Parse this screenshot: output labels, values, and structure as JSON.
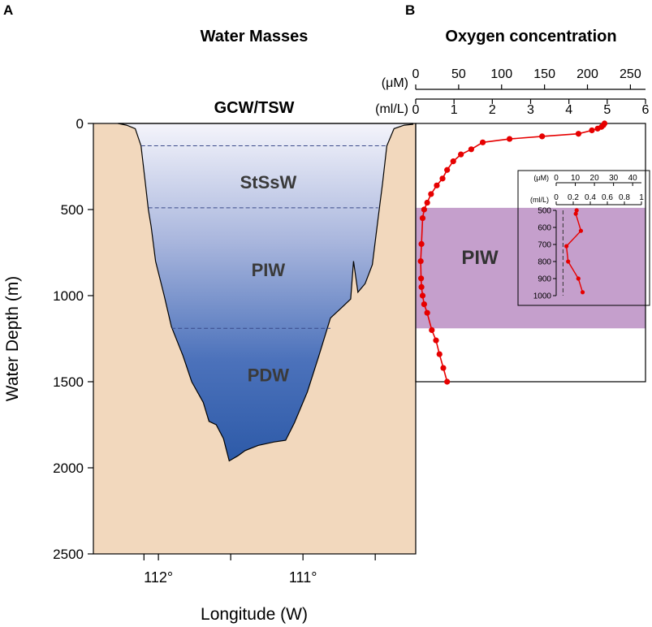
{
  "figure": {
    "panel_a_letter": "A",
    "panel_b_letter": "B"
  },
  "chart_data": [
    {
      "type": "area",
      "panel": "A",
      "title": "Water Masses",
      "top_label": "GCW/TSW",
      "xlabel": "Longitude (W)",
      "ylabel": "Water Depth (m)",
      "x_reversed": true,
      "xlim": [
        112.45,
        110.22
      ],
      "ylim": [
        2500,
        0
      ],
      "x_ticks": [
        112.1,
        112.0,
        111.5,
        111.0,
        110.5
      ],
      "x_tick_labels": [
        {
          "x": 112.0,
          "label": "112°"
        },
        {
          "x": 111.0,
          "label": "111°"
        }
      ],
      "y_ticks": [
        0,
        500,
        1000,
        1500,
        2000,
        2500
      ],
      "y_tick_labels": [
        "0",
        "500",
        "1000",
        "1500",
        "2000",
        "2500"
      ],
      "colors": {
        "seafloor": "#f2d8bd",
        "water_top": "#f4f4fb",
        "water_mid": "#7f96cf",
        "water_bottom": "#2d5aa8",
        "boundary": "#3a4a8a"
      },
      "bathymetry": [
        [
          112.28,
          0
        ],
        [
          112.22,
          10
        ],
        [
          112.16,
          30
        ],
        [
          112.12,
          130
        ],
        [
          112.09,
          350
        ],
        [
          112.07,
          500
        ],
        [
          112.05,
          600
        ],
        [
          112.02,
          800
        ],
        [
          111.96,
          1000
        ],
        [
          111.91,
          1180
        ],
        [
          111.83,
          1350
        ],
        [
          111.77,
          1500
        ],
        [
          111.69,
          1620
        ],
        [
          111.65,
          1730
        ],
        [
          111.6,
          1750
        ],
        [
          111.55,
          1830
        ],
        [
          111.51,
          1960
        ],
        [
          111.45,
          1930
        ],
        [
          111.4,
          1900
        ],
        [
          111.31,
          1870
        ],
        [
          111.2,
          1850
        ],
        [
          111.12,
          1840
        ],
        [
          111.06,
          1740
        ],
        [
          110.97,
          1560
        ],
        [
          110.89,
          1350
        ],
        [
          110.81,
          1130
        ],
        [
          110.72,
          1060
        ],
        [
          110.67,
          1020
        ],
        [
          110.65,
          800
        ],
        [
          110.62,
          980
        ],
        [
          110.57,
          930
        ],
        [
          110.52,
          820
        ],
        [
          110.48,
          550
        ],
        [
          110.45,
          350
        ],
        [
          110.42,
          130
        ],
        [
          110.37,
          30
        ],
        [
          110.3,
          10
        ],
        [
          110.24,
          5
        ]
      ],
      "boundaries": [
        {
          "depth": 130,
          "x_range": [
            112.12,
            110.42
          ]
        },
        {
          "depth": 490,
          "x_range": [
            112.07,
            110.48
          ]
        },
        {
          "depth": 1190,
          "x_range": [
            111.91,
            110.81
          ]
        }
      ],
      "labels": [
        {
          "text": "StSsW",
          "x": 111.24,
          "depth": 340
        },
        {
          "text": "PIW",
          "x": 111.24,
          "depth": 850
        },
        {
          "text": "PDW",
          "x": 111.24,
          "depth": 1460
        }
      ]
    },
    {
      "type": "line",
      "panel": "B",
      "title": "Oxygen concentration",
      "x_units": "(ml/L)",
      "x2_units": "(μM)",
      "xlim": [
        0,
        6
      ],
      "x_ticks": [
        0,
        1,
        2,
        3,
        4,
        5,
        6
      ],
      "x2_ticks": [
        0,
        50,
        100,
        150,
        200,
        250
      ],
      "x2_per_x": 44.6,
      "ylim": [
        1500,
        0
      ],
      "band": {
        "label": "PIW",
        "y_range": [
          490,
          1190
        ],
        "color": "#c59fcc"
      },
      "series": [
        {
          "color": "#e60000",
          "x": [
            4.93,
            4.9,
            4.85,
            4.75,
            4.6,
            4.25,
            3.3,
            2.45,
            1.75,
            1.45,
            1.18,
            0.98,
            0.82,
            0.7,
            0.55,
            0.4,
            0.3,
            0.22,
            0.18,
            0.15,
            0.13,
            0.14,
            0.15,
            0.18,
            0.22,
            0.3,
            0.42,
            0.53,
            0.62,
            0.72,
            0.82
          ],
          "y": [
            0,
            10,
            20,
            30,
            40,
            60,
            75,
            90,
            110,
            150,
            180,
            220,
            270,
            320,
            360,
            410,
            460,
            500,
            550,
            700,
            800,
            900,
            950,
            1000,
            1050,
            1100,
            1200,
            1260,
            1340,
            1420,
            1500
          ]
        }
      ],
      "inset": {
        "x_units": "(ml/L)",
        "x2_units": "(μM)",
        "xlim": [
          0,
          1
        ],
        "x_ticks": [
          0,
          0.2,
          0.4,
          0.6,
          0.8,
          1
        ],
        "x_tick_labels": [
          "0",
          "0.2",
          "0.4",
          "0.6",
          "0.8",
          "1"
        ],
        "x2_ticks": [
          0,
          10,
          20,
          30,
          40
        ],
        "ylim": [
          1000,
          500
        ],
        "y_ticks": [
          500,
          600,
          700,
          800,
          900,
          1000
        ],
        "reference_x": 0.08,
        "series": [
          {
            "x": [
              0.24,
              0.23,
              0.29,
              0.12,
              0.14,
              0.26,
              0.31
            ],
            "y": [
              500,
              520,
              620,
              710,
              800,
              900,
              980
            ]
          }
        ]
      }
    }
  ]
}
